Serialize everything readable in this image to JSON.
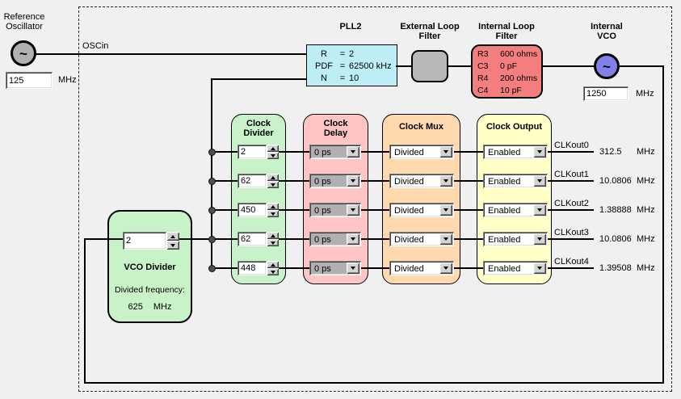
{
  "reference_oscillator": {
    "label_line1": "Reference",
    "label_line2": "Oscillator",
    "symbol": "~",
    "freq_value": "125",
    "freq_unit": "MHz"
  },
  "oscin_label": "OSCin",
  "pll2": {
    "title": "PLL2",
    "rows": [
      {
        "label": "R",
        "eq": "=",
        "value": "2"
      },
      {
        "label": "PDF",
        "eq": "=",
        "value": "62500 kHz"
      },
      {
        "label": "N",
        "eq": "=",
        "value": "10"
      }
    ]
  },
  "external_loop_filter": {
    "title_line1": "External Loop",
    "title_line2": "Filter"
  },
  "internal_loop_filter": {
    "title_line1": "Internal Loop",
    "title_line2": "Filter",
    "components": [
      {
        "name": "R3",
        "value": "600 ohms"
      },
      {
        "name": "C3",
        "value": "0 pF"
      },
      {
        "name": "R4",
        "value": "200 ohms"
      },
      {
        "name": "C4",
        "value": "10 pF"
      }
    ]
  },
  "internal_vco": {
    "title_line1": "Internal",
    "title_line2": "VCO",
    "symbol": "~",
    "freq_value": "1250",
    "freq_unit": "MHz"
  },
  "vco_divider": {
    "title": "VCO Divider",
    "value": "2",
    "divided_frequency_label": "Divided frequency:",
    "divided_frequency_value": "625",
    "divided_frequency_unit": "MHz"
  },
  "columns": {
    "divider": [
      "Clock",
      "Divider"
    ],
    "delay": [
      "Clock",
      "Delay"
    ],
    "mux": "Clock Mux",
    "output": "Clock Output"
  },
  "channels": [
    {
      "divider": "2",
      "delay": "0 ps",
      "mux": "Divided",
      "output": "Enabled",
      "name": "CLKout0",
      "freq": "312.5",
      "unit": "MHz"
    },
    {
      "divider": "62",
      "delay": "0 ps",
      "mux": "Divided",
      "output": "Enabled",
      "name": "CLKout1",
      "freq": "10.0806",
      "unit": "MHz"
    },
    {
      "divider": "450",
      "delay": "0 ps",
      "mux": "Divided",
      "output": "Enabled",
      "name": "CLKout2",
      "freq": "1.38888",
      "unit": "MHz"
    },
    {
      "divider": "62",
      "delay": "0 ps",
      "mux": "Divided",
      "output": "Enabled",
      "name": "CLKout3",
      "freq": "10.0806",
      "unit": "MHz"
    },
    {
      "divider": "448",
      "delay": "0 ps",
      "mux": "Divided",
      "output": "Enabled",
      "name": "CLKout4",
      "freq": "1.39508",
      "unit": "MHz"
    }
  ],
  "colors": {
    "pll2_fill": "#bdeef5",
    "loop_filter_gray": "#b8b8b8",
    "internal_filter_fill": "#f47e7e",
    "vco_fill": "#8080e8",
    "osc_fill": "#b0b0b0",
    "divider_fill": "#c8f2c8",
    "delay_fill": "#ffc4c4",
    "mux_fill": "#ffd9ad",
    "output_fill": "#ffffc6"
  }
}
